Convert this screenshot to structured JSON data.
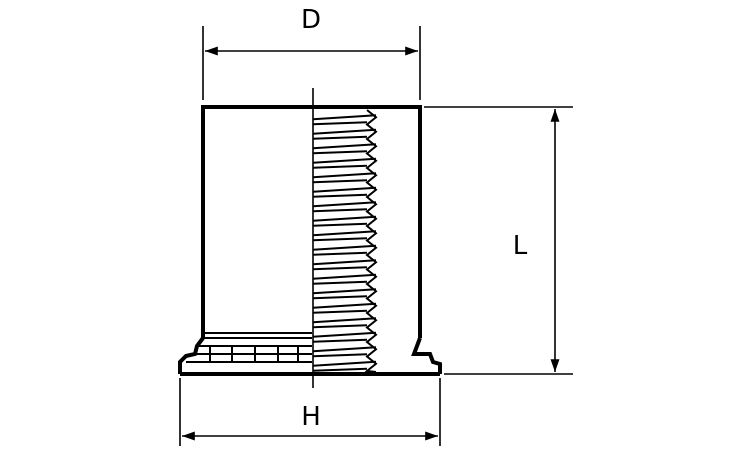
{
  "diagram": {
    "dimensions": [
      {
        "id": "diameter",
        "label": "D"
      },
      {
        "id": "length",
        "label": "L"
      },
      {
        "id": "head",
        "label": "H"
      }
    ]
  }
}
